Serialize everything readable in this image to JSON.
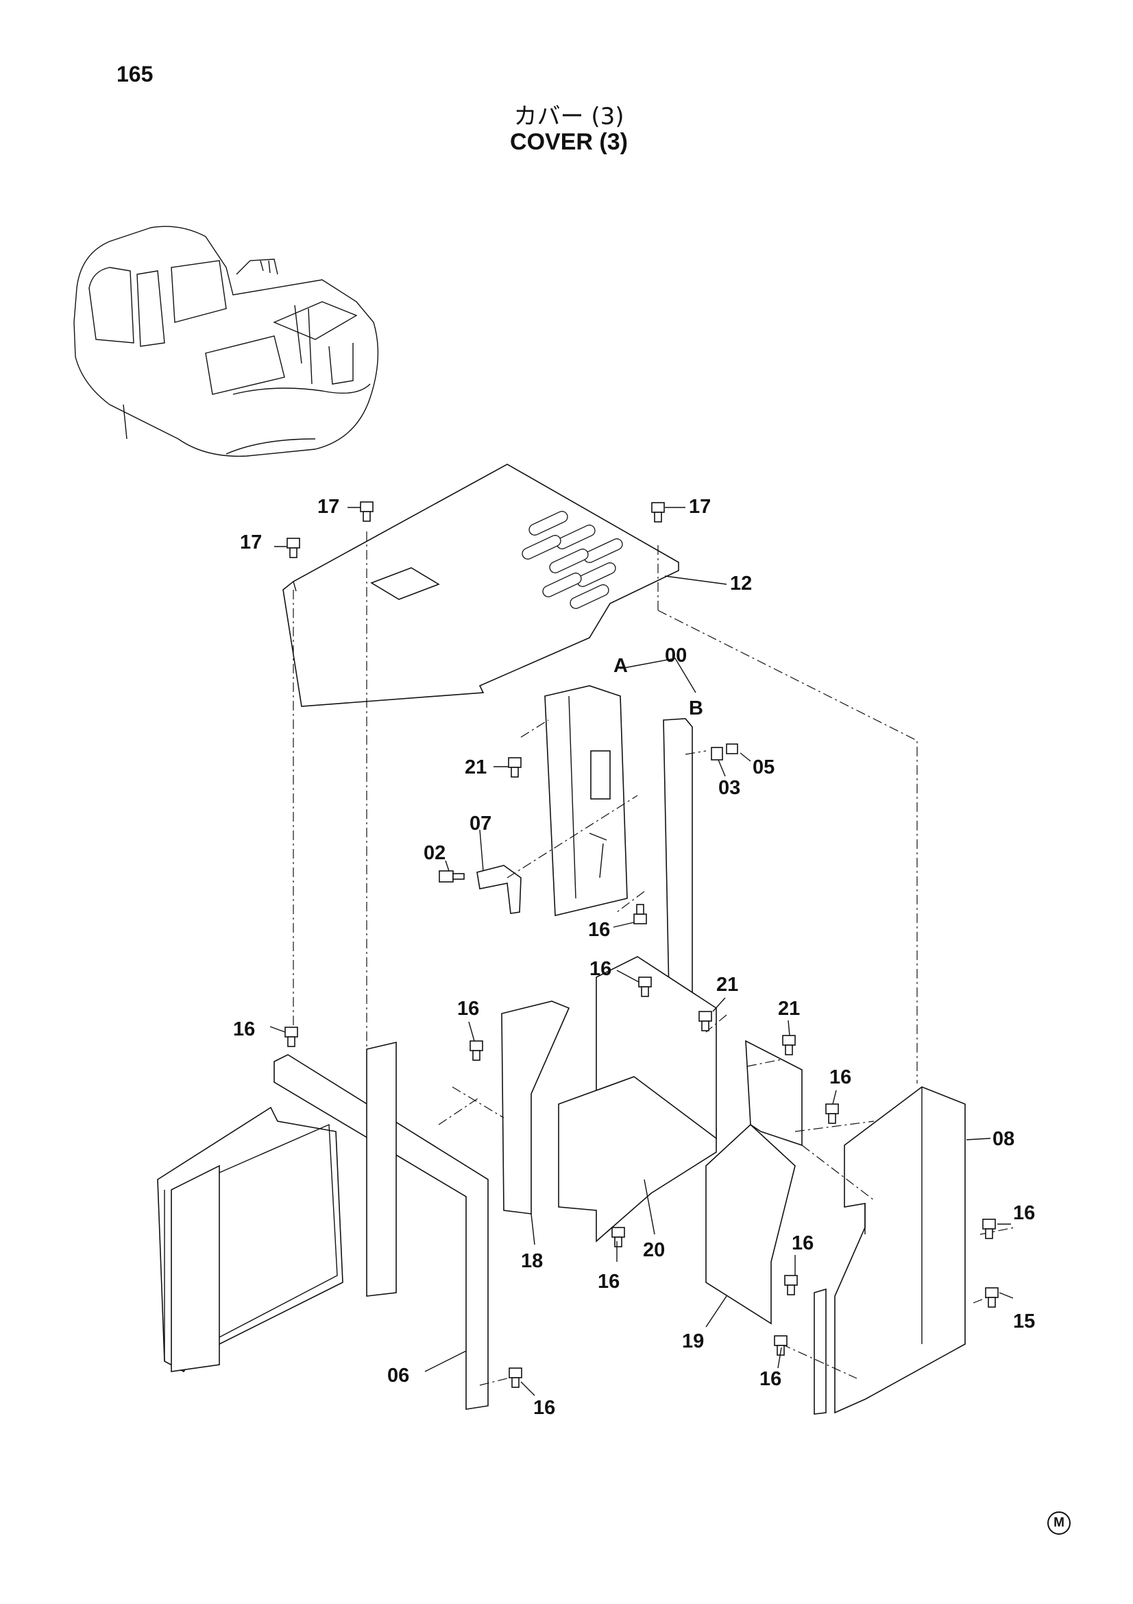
{
  "page": {
    "number": "165",
    "mark": "M"
  },
  "title": {
    "japanese": "カバー (3)",
    "english": "COVER (3)"
  },
  "callouts": [
    "17",
    "17",
    "17",
    "12",
    "00",
    "A",
    "B",
    "05",
    "03",
    "21",
    "07",
    "02",
    "16",
    "16",
    "21",
    "16",
    "21",
    "16",
    "16",
    "08",
    "16",
    "16",
    "18",
    "20",
    "16",
    "15",
    "19",
    "16",
    "06",
    "16"
  ]
}
